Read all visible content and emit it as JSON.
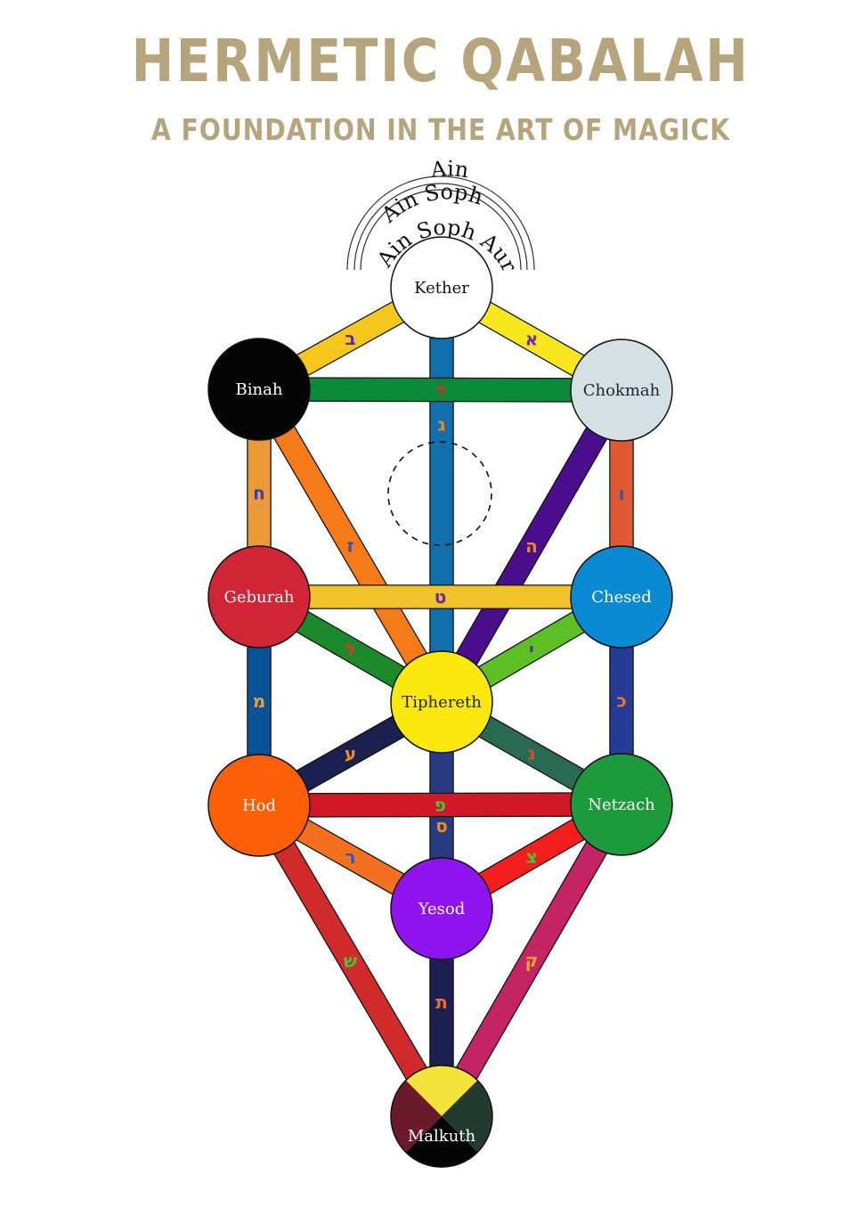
{
  "header": {
    "title": "HERMETIC QABALAH",
    "subtitle": "A FOUNDATION IN THE ART OF MAGICK"
  },
  "veils": [
    "Ain",
    "Ain Soph",
    "Ain Soph Aur"
  ],
  "sephiroth": [
    {
      "id": "kether",
      "label": "Kether",
      "fill": "#ffffff",
      "text": "#111111"
    },
    {
      "id": "chokmah",
      "label": "Chokmah",
      "fill": "#d4e0e4",
      "text": "#1c2733"
    },
    {
      "id": "binah",
      "label": "Binah",
      "fill": "#050505",
      "text": "#ffffff"
    },
    {
      "id": "chesed",
      "label": "Chesed",
      "fill": "#0a8ad2",
      "text": "#ffffff"
    },
    {
      "id": "geburah",
      "label": "Geburah",
      "fill": "#d02534",
      "text": "#ffffff"
    },
    {
      "id": "tiphereth",
      "label": "Tiphereth",
      "fill": "#fbe80f",
      "text": "#222222"
    },
    {
      "id": "netzach",
      "label": "Netzach",
      "fill": "#1d9a3c",
      "text": "#ffffff"
    },
    {
      "id": "hod",
      "label": "Hod",
      "fill": "#fb5f07",
      "text": "#ffffff"
    },
    {
      "id": "yesod",
      "label": "Yesod",
      "fill": "#8f14f0",
      "text": "#ffffff"
    },
    {
      "id": "malkuth",
      "label": "Malkuth",
      "fill": "#111111",
      "text": "#ffffff"
    }
  ],
  "malkuth_quarters": [
    "#f3e33a",
    "#233b2f",
    "#050505",
    "#6b1a2c"
  ],
  "daath": {
    "style": "dashed circle",
    "stroke": "#111111"
  },
  "paths": [
    {
      "from": "kether",
      "to": "chokmah",
      "letter": "א",
      "color": "#f8e61f",
      "letter_color": "#7a2aa8"
    },
    {
      "from": "kether",
      "to": "binah",
      "letter": "ב",
      "color": "#f5c61c",
      "letter_color": "#5a2fa0"
    },
    {
      "from": "kether",
      "to": "tiphereth",
      "letter": "ג",
      "color": "#1170ac",
      "letter_color": "#f08a1e"
    },
    {
      "from": "chokmah",
      "to": "binah",
      "letter": "ד",
      "color": "#0b8a3a",
      "letter_color": "#d92a2a"
    },
    {
      "from": "chokmah",
      "to": "tiphereth",
      "letter": "ה",
      "color": "#4a0e8c",
      "letter_color": "#f08a1e"
    },
    {
      "from": "chokmah",
      "to": "chesed",
      "letter": "ו",
      "color": "#dd5a32",
      "letter_color": "#2a57c4"
    },
    {
      "from": "binah",
      "to": "tiphereth",
      "letter": "ז",
      "color": "#f57a18",
      "letter_color": "#3a4ab8"
    },
    {
      "from": "binah",
      "to": "geburah",
      "letter": "ח",
      "color": "#ec9a38",
      "letter_color": "#3a3fb0"
    },
    {
      "from": "chesed",
      "to": "geburah",
      "letter": "ט",
      "color": "#f2c22a",
      "letter_color": "#6a2aa0"
    },
    {
      "from": "chesed",
      "to": "tiphereth",
      "letter": "י",
      "color": "#5cbf24",
      "letter_color": "#6a2aa0"
    },
    {
      "from": "chesed",
      "to": "netzach",
      "letter": "כ",
      "color": "#263a98",
      "letter_color": "#f07a1a"
    },
    {
      "from": "geburah",
      "to": "tiphereth",
      "letter": "ל",
      "color": "#1c8a2a",
      "letter_color": "#d93a2a"
    },
    {
      "from": "geburah",
      "to": "hod",
      "letter": "מ",
      "color": "#0a5296",
      "letter_color": "#e8a030"
    },
    {
      "from": "tiphereth",
      "to": "netzach",
      "letter": "נ",
      "color": "#2a6a52",
      "letter_color": "#e04a2a"
    },
    {
      "from": "tiphereth",
      "to": "yesod",
      "letter": "ס",
      "color": "#283a80",
      "letter_color": "#f08a1e"
    },
    {
      "from": "tiphereth",
      "to": "hod",
      "letter": "ע",
      "color": "#1a2050",
      "letter_color": "#f08a1e"
    },
    {
      "from": "netzach",
      "to": "hod",
      "letter": "פ",
      "color": "#d01826",
      "letter_color": "#3ec83a"
    },
    {
      "from": "netzach",
      "to": "yesod",
      "letter": "צ",
      "color": "#f51e1e",
      "letter_color": "#3ec83a"
    },
    {
      "from": "netzach",
      "to": "malkuth",
      "letter": "ק",
      "color": "#c42464",
      "letter_color": "#f0a030"
    },
    {
      "from": "hod",
      "to": "yesod",
      "letter": "ר",
      "color": "#f2701e",
      "letter_color": "#2a57c4"
    },
    {
      "from": "hod",
      "to": "malkuth",
      "letter": "ש",
      "color": "#d02a2a",
      "letter_color": "#3ec83a"
    },
    {
      "from": "yesod",
      "to": "malkuth",
      "letter": "ת",
      "color": "#1c1f50",
      "letter_color": "#e8702a"
    }
  ]
}
